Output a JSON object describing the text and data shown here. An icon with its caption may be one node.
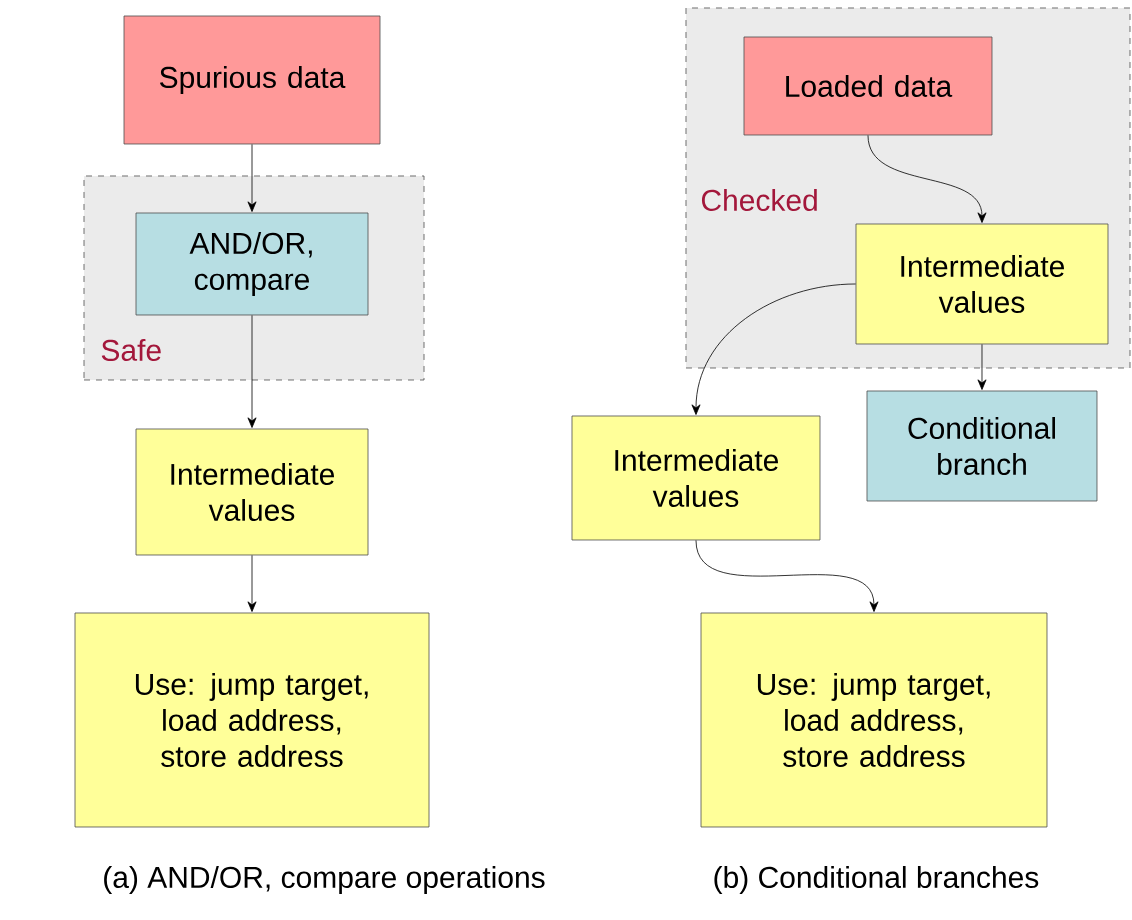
{
  "diagram": {
    "nodes": [
      {
        "text": [
          "Spurious data"
        ]
      },
      {
        "text": [
          "Safe"
        ]
      },
      {
        "text": [
          "AND/OR, compare"
        ],
        "in": 1
      },
      {
        "text": [
          "Intermediate values"
        ]
      },
      {
        "text": [
          "Use: jump target, load address, store address"
        ]
      },
      {
        "text": [
          "Checked"
        ]
      },
      {
        "text": [
          "Loaded data"
        ],
        "in": 5
      },
      {
        "text": [
          "Intermediate values"
        ],
        "in": 5
      },
      {
        "text": [
          "Conditional branch"
        ]
      },
      {
        "text": [
          "Intermediate values"
        ]
      },
      {
        "text": [
          "Use: jump target, load address, store address"
        ]
      }
    ],
    "edges": [
      {
        "from": 0,
        "to": 2,
        "arrow": "to"
      },
      {
        "from": 2,
        "to": 3,
        "arrow": "to"
      },
      {
        "from": 3,
        "to": 4,
        "arrow": "to"
      },
      {
        "from": 6,
        "to": 7,
        "arrow": "to"
      },
      {
        "from": 7,
        "to": 8,
        "arrow": "to"
      },
      {
        "from": 7,
        "to": 9,
        "arrow": "to"
      },
      {
        "from": 9,
        "to": 10,
        "arrow": "to"
      }
    ],
    "labels": [
      "(a) AND/OR, compare operations",
      "(b) Conditional branches"
    ]
  }
}
